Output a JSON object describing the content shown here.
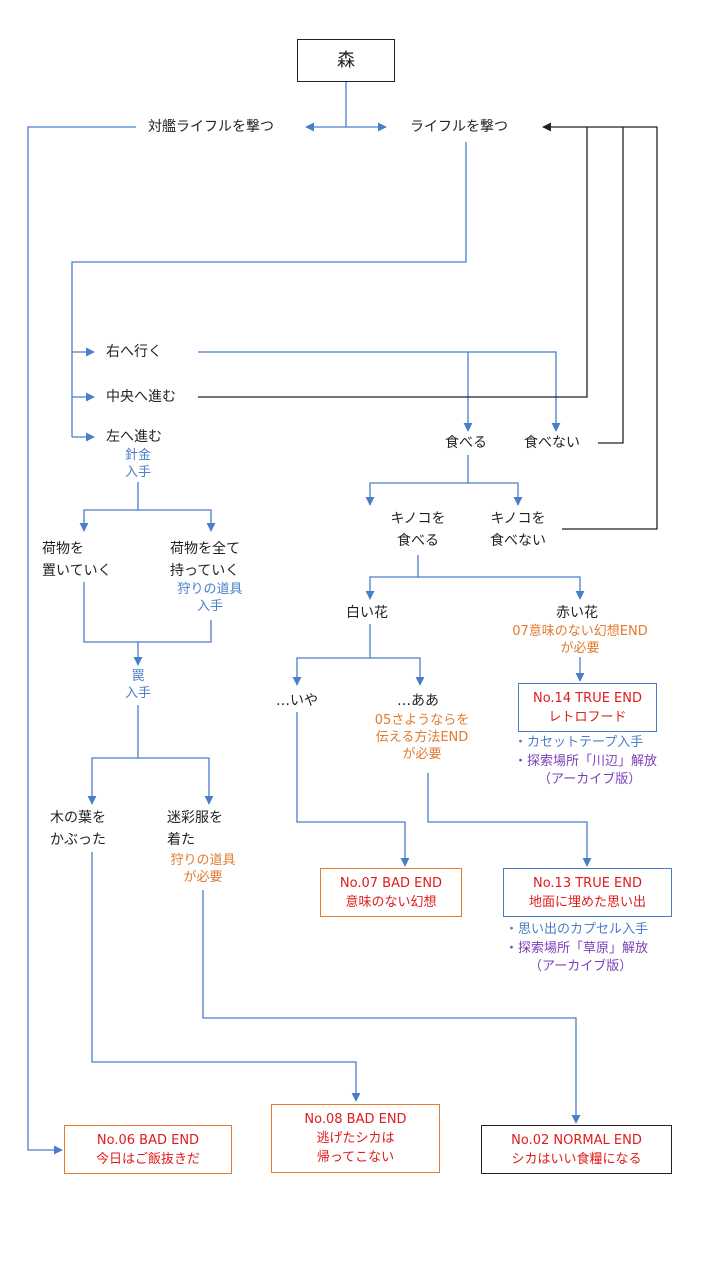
{
  "root": "森",
  "branches": {
    "anti_ship_rifle": "対艦ライフルを撃つ",
    "rifle": "ライフルを撃つ"
  },
  "paths": {
    "right": "右へ行く",
    "center": "中央へ進む",
    "left": "左へ進む"
  },
  "left_route": {
    "wire_get": [
      "針金",
      "入手"
    ],
    "leave_luggage": [
      "荷物を",
      "置いていく"
    ],
    "take_all": [
      "荷物を全て",
      "持っていく"
    ],
    "hunting_tool_get": [
      "狩りの道具",
      "入手"
    ],
    "trap_get": [
      "罠",
      "入手"
    ],
    "leaves": [
      "木の葉を",
      "かぶった"
    ],
    "camo": [
      "迷彩服を",
      "着た"
    ],
    "hunting_tool_needed": [
      "狩りの道具",
      "が必要"
    ]
  },
  "right_route": {
    "eat": "食べる",
    "not_eat": "食べない",
    "eat_mushroom": [
      "キノコを",
      "食べる"
    ],
    "not_eat_mushroom": [
      "キノコを",
      "食べない"
    ],
    "white_flower": "白い花",
    "red_flower": "赤い花",
    "end07_needed": [
      "07意味のない幻想END",
      "が必要"
    ],
    "no": "…いや",
    "ah": "…ああ",
    "end05_needed": [
      "05さようならを",
      "伝える方法END",
      "が必要"
    ]
  },
  "endings": {
    "no14": {
      "title": "No.14 TRUE END",
      "name": "レトロフード"
    },
    "no14_items": [
      "・カセットテープ入手"
    ],
    "no14_unlock": [
      "・探索場所「川辺」解放",
      "（アーカイブ版）"
    ],
    "no07": {
      "title": "No.07 BAD END",
      "name": "意味のない幻想"
    },
    "no13": {
      "title": "No.13 TRUE END",
      "name": "地面に埋めた思い出"
    },
    "no13_items": [
      "・思い出のカプセル入手"
    ],
    "no13_unlock": [
      "・探索場所「草原」解放",
      "（アーカイブ版）"
    ],
    "no06": {
      "title": "No.06 BAD END",
      "name": "今日はご飯抜きだ"
    },
    "no08": {
      "title": "No.08 BAD END",
      "lines": [
        "逃げたシカは",
        "帰ってこない"
      ]
    },
    "no02": {
      "title": "No.02 NORMAL END",
      "name": "シカはいい食糧になる"
    }
  },
  "colors": {
    "connector_blue": "#4a7ec8",
    "connector_black": "#222222",
    "acquire_text": "#4a7ec8",
    "requirement_text": "#e07b2f",
    "unlock_text": "#7a3fb8",
    "ending_title": "#e01b1b"
  }
}
